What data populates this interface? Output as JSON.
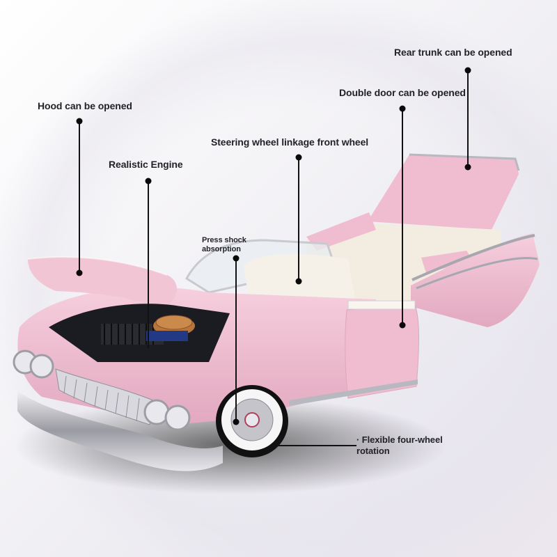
{
  "product": {
    "name": "Pink convertible classic car model",
    "colors": {
      "body": "#f1bfd2",
      "body_shade": "#d99cb5",
      "interior": "#f3ece0",
      "chrome": "#c9c9cf",
      "callout": "#111111",
      "label_text": "#222228"
    }
  },
  "callouts": [
    {
      "id": "rear-trunk",
      "text": "Rear trunk can be opened"
    },
    {
      "id": "double-door",
      "text": "Double door can be opened"
    },
    {
      "id": "hood",
      "text": "Hood can be opened"
    },
    {
      "id": "steering",
      "text": "Steering wheel linkage front wheel"
    },
    {
      "id": "engine",
      "text": "Realistic Engine"
    },
    {
      "id": "shock-line1",
      "text": "Press shock"
    },
    {
      "id": "shock-line2",
      "text": "absorption"
    },
    {
      "id": "four-wheel-line1",
      "text": "· Flexible four-wheel"
    },
    {
      "id": "four-wheel-line2",
      "text": "rotation"
    }
  ]
}
